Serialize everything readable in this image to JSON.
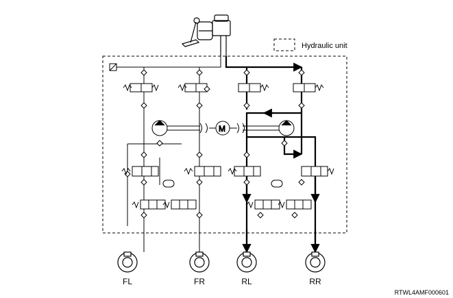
{
  "legend": {
    "hydraulic_unit_label": "Hydraulic unit"
  },
  "wheels": [
    {
      "id": "fl",
      "label": "FL"
    },
    {
      "id": "fr",
      "label": "FR"
    },
    {
      "id": "rl",
      "label": "RL"
    },
    {
      "id": "rr",
      "label": "RR"
    }
  ],
  "motor": {
    "symbol": "M"
  },
  "figure_code": "RTWL4AMF000601",
  "colors": {
    "line": "#000000",
    "background": "#ffffff"
  }
}
